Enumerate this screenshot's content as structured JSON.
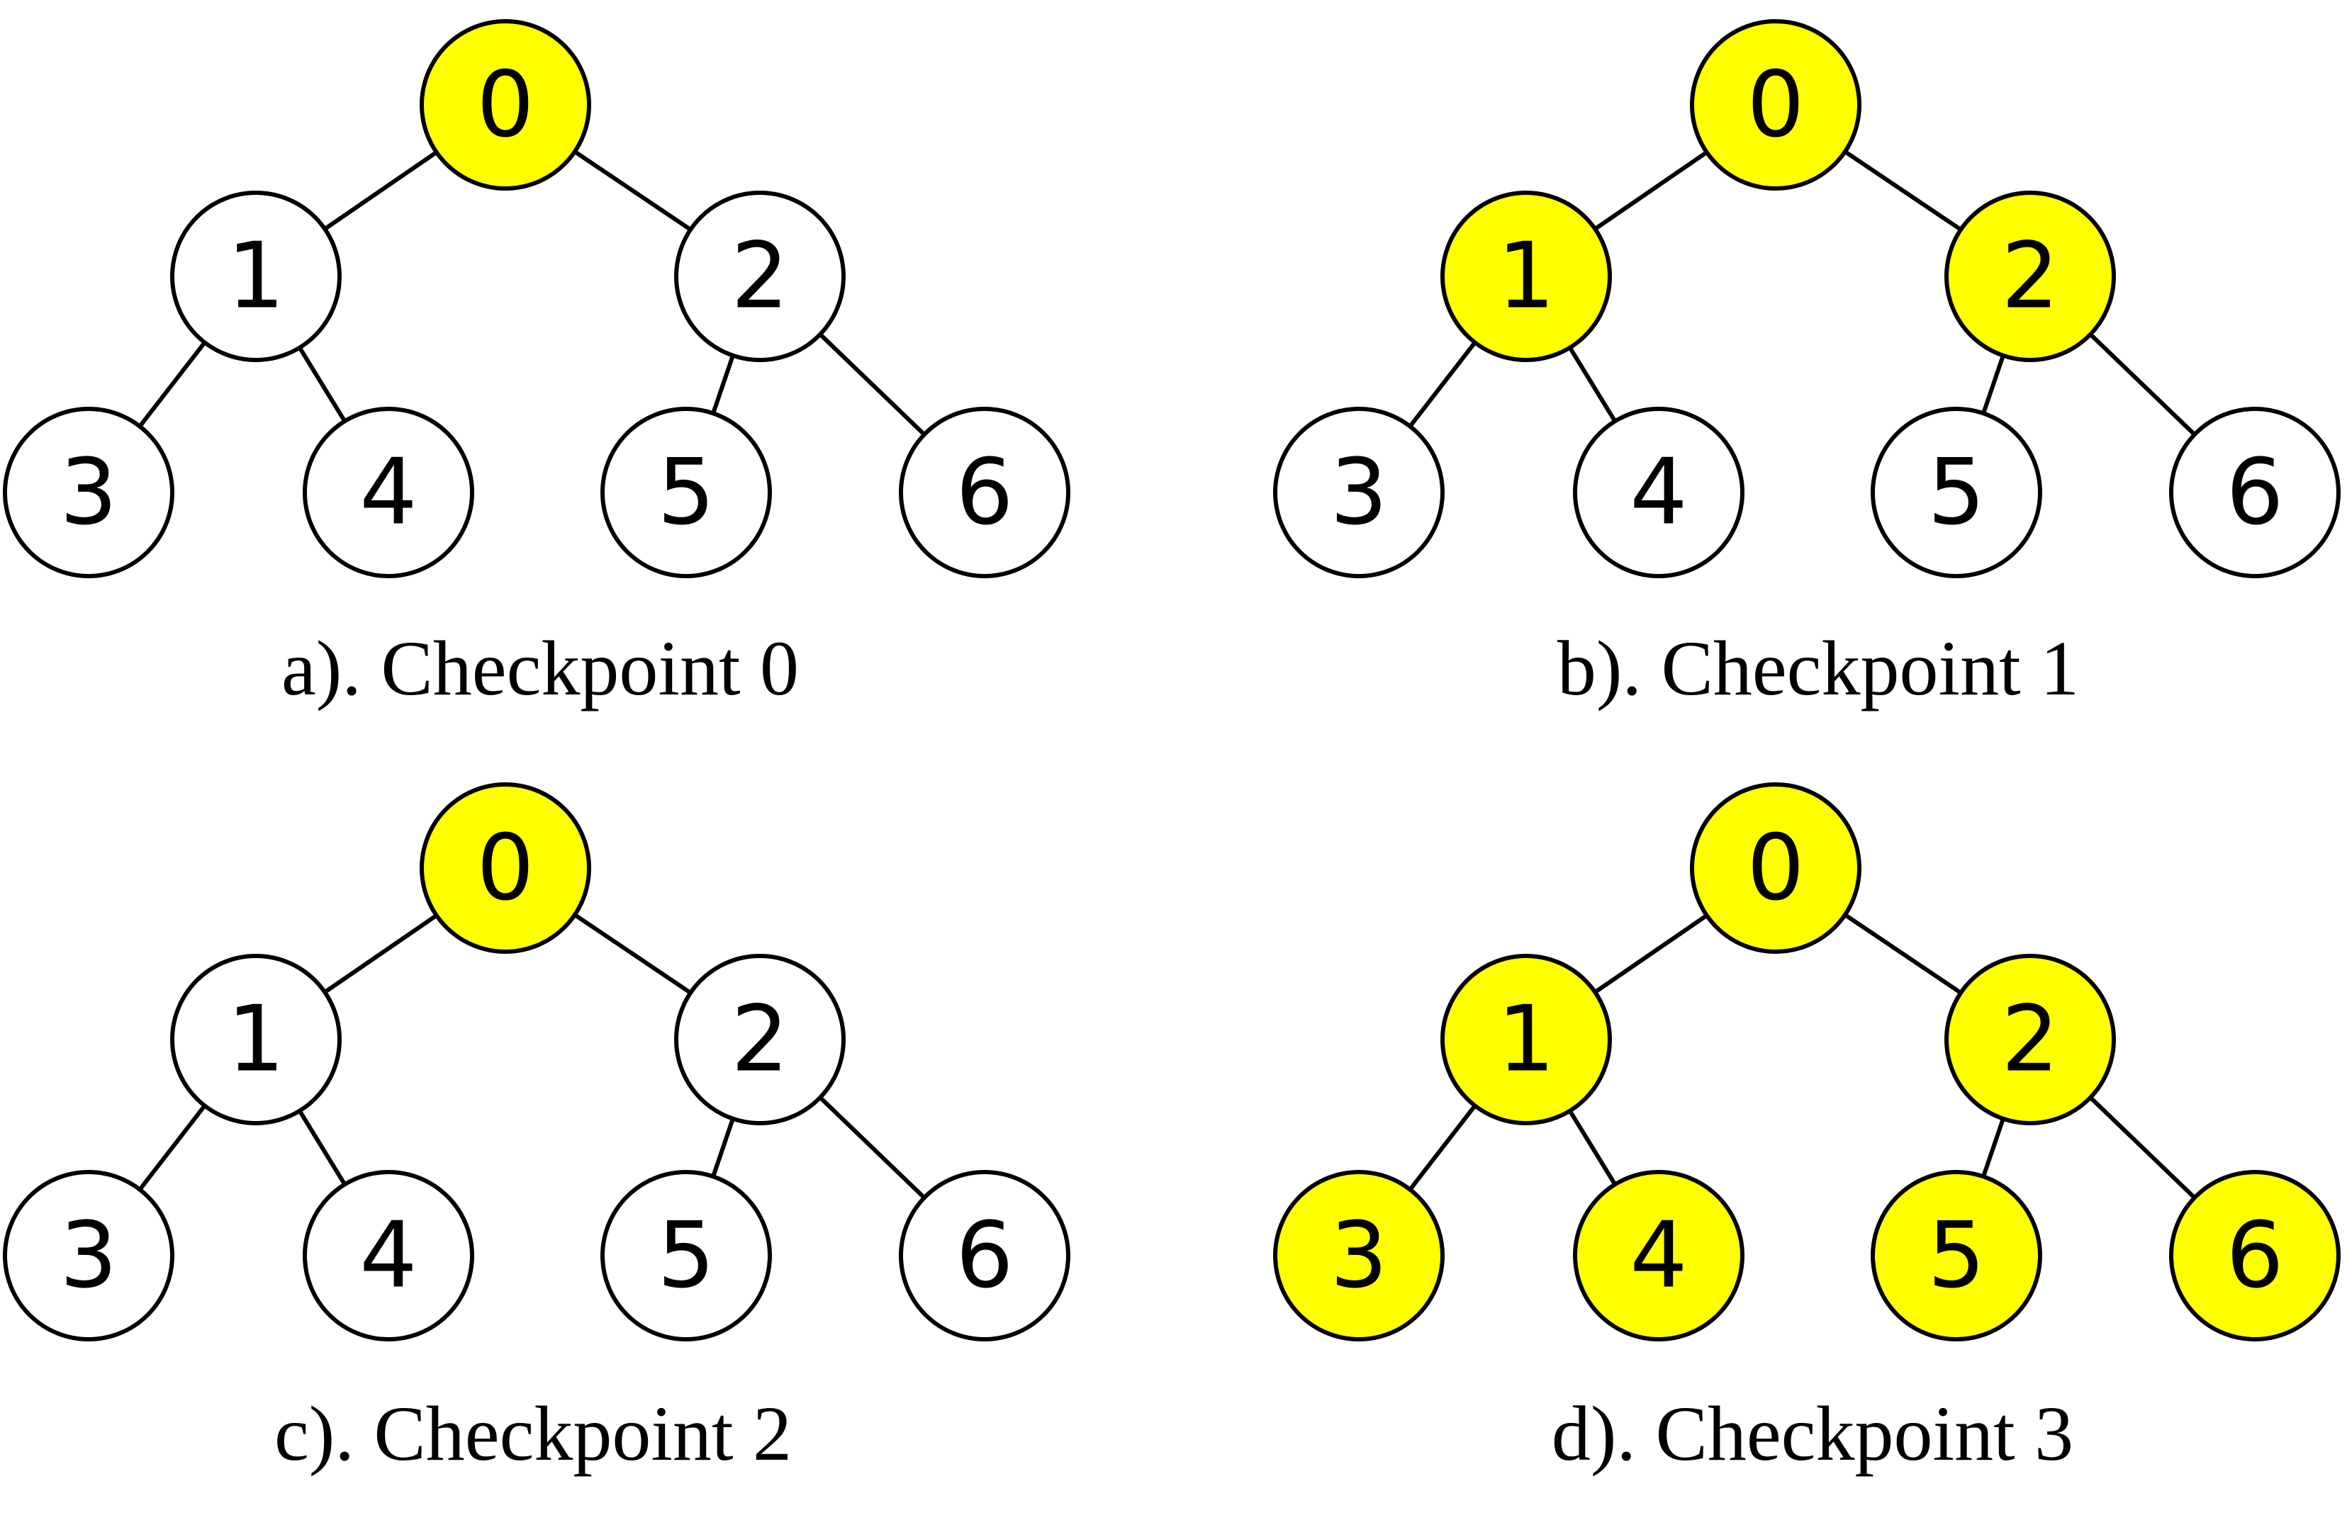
{
  "colors": {
    "highlight": "#FFFF00",
    "normal": "#FFFFFF",
    "stroke": "#000000"
  },
  "node_labels": [
    "0",
    "1",
    "2",
    "3",
    "4",
    "5",
    "6"
  ],
  "edges": [
    [
      0,
      1
    ],
    [
      0,
      2
    ],
    [
      1,
      3
    ],
    [
      1,
      4
    ],
    [
      2,
      5
    ],
    [
      2,
      6
    ]
  ],
  "panels": [
    {
      "caption": "a). Checkpoint 0",
      "highlighted": [
        0
      ]
    },
    {
      "caption": "b). Checkpoint 1",
      "highlighted": [
        0,
        1,
        2
      ]
    },
    {
      "caption": "c). Checkpoint 2",
      "highlighted": [
        0
      ]
    },
    {
      "caption": "d). Checkpoint 3",
      "highlighted": [
        0,
        1,
        2,
        3,
        4,
        5,
        6
      ]
    }
  ]
}
